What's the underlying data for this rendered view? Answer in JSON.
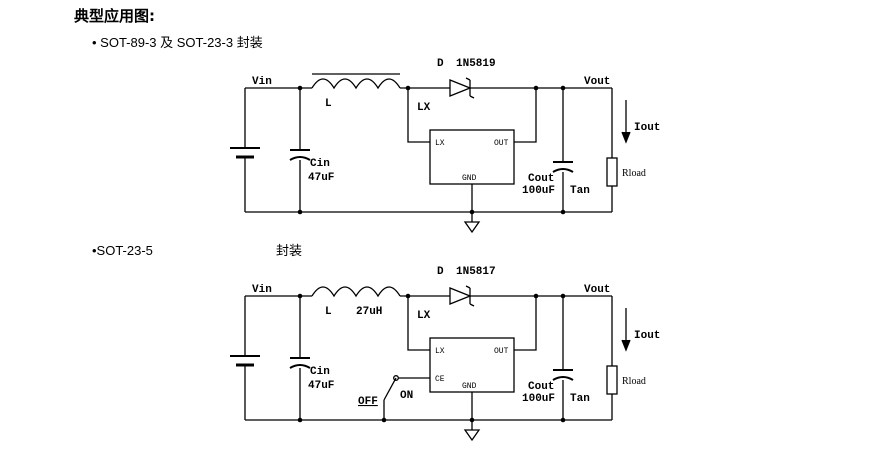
{
  "title": "典型应用图:",
  "section1": {
    "heading": "• SOT-89-3 及 SOT-23-3 封装",
    "labels": {
      "d": "D",
      "diode": "1N5819",
      "vin": "Vin",
      "vout": "Vout",
      "l": "L",
      "lx": "LX",
      "ic_lx": "LX",
      "ic_out": "OUT",
      "ic_gnd": "GND",
      "cin": "Cin",
      "cin_val": "47uF",
      "cout": "Cout",
      "cout_val": "100uF",
      "tan": "Tan",
      "iout": "Iout",
      "rload": "Rload"
    }
  },
  "section2": {
    "heading": "•SOT-23-5",
    "heading_pkg": "封装",
    "labels": {
      "d": "D",
      "diode": "1N5817",
      "vin": "Vin",
      "vout": "Vout",
      "l": "L",
      "l_val": "27uH",
      "lx": "LX",
      "ic_lx": "LX",
      "ic_out": "OUT",
      "ic_ce": "CE",
      "ic_gnd": "GND",
      "cin": "Cin",
      "cin_val": "47uF",
      "cout": "Cout",
      "cout_val": "100uF",
      "tan": "Tan",
      "iout": "Iout",
      "rload": "Rload",
      "off": "OFF",
      "on": "ON"
    }
  }
}
